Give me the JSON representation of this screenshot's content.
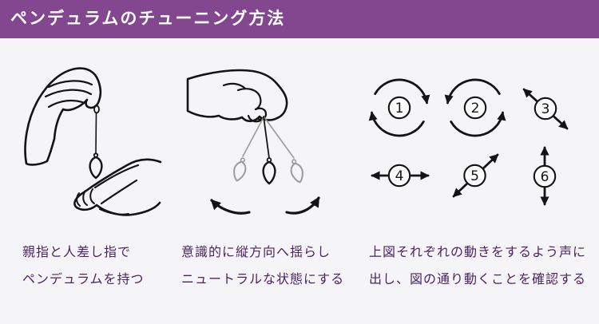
{
  "page": {
    "background": "#f5f4f6"
  },
  "header": {
    "title": "ペンデュラムのチューニング方法",
    "background": "#83478f",
    "text_color": "#ffffff"
  },
  "steps": [
    {
      "illustration": "hand-holding-pendulum-between-thumb-and-index-above-open-palm",
      "caption_lines": [
        "親指と人差し指で",
        "ペンデュラムを持つ"
      ]
    },
    {
      "illustration": "hand-swinging-pendulum-vertically-to-neutral",
      "caption_lines": [
        "意識的に縦方向へ揺らし",
        "ニュートラルな状態にする"
      ]
    },
    {
      "illustration": "six-numbered-swing-pattern-diagrams",
      "caption_lines": [
        "上図それぞれの動きをするよう声に",
        "出し、図の通り動くことを確認する"
      ]
    }
  ],
  "diagrams": [
    {
      "number": "1",
      "motion": "clockwise-circle"
    },
    {
      "number": "2",
      "motion": "counterclockwise-circle"
    },
    {
      "number": "3",
      "motion": "diagonal-upper-left-to-lower-right"
    },
    {
      "number": "4",
      "motion": "horizontal"
    },
    {
      "number": "5",
      "motion": "diagonal-lower-left-to-upper-right"
    },
    {
      "number": "6",
      "motion": "vertical"
    }
  ],
  "colors": {
    "caption_text": "#4b2465",
    "line_art": "#141414",
    "ghost_pendulum": "#9b9b9b"
  }
}
